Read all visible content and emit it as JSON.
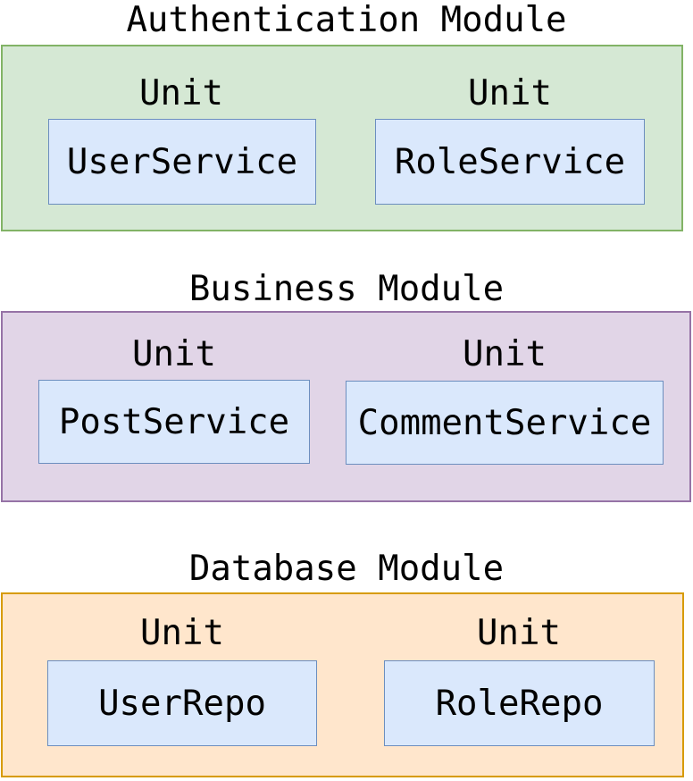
{
  "page": {
    "background": "#ffffff",
    "text_color": "#000000"
  },
  "unit_box_style": {
    "fill": "#dae8fc",
    "stroke": "#6c8ebf"
  },
  "modules": [
    {
      "title": "Authentication Module",
      "fill": "#d5e8d4",
      "stroke": "#82b366",
      "units": [
        {
          "kind": "Unit",
          "name": "UserService"
        },
        {
          "kind": "Unit",
          "name": "RoleService"
        }
      ]
    },
    {
      "title": "Business Module",
      "fill": "#e1d5e7",
      "stroke": "#9673a6",
      "units": [
        {
          "kind": "Unit",
          "name": "PostService"
        },
        {
          "kind": "Unit",
          "name": "CommentService"
        }
      ]
    },
    {
      "title": "Database Module",
      "fill": "#ffe6cc",
      "stroke": "#d79b00",
      "units": [
        {
          "kind": "Unit",
          "name": "UserRepo"
        },
        {
          "kind": "Unit",
          "name": "RoleRepo"
        }
      ]
    }
  ]
}
